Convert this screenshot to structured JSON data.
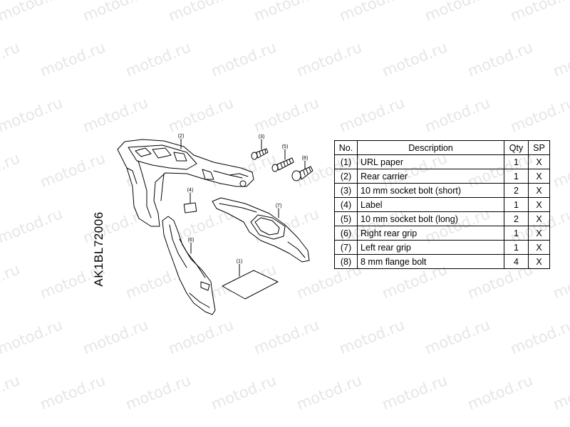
{
  "watermark_text": "motod.ru",
  "part_code": "AK1BL72006",
  "callouts": {
    "c1": "(1)",
    "c2": "(2)",
    "c3": "(3)",
    "c4": "(4)",
    "c5": "(5)",
    "c6": "(6)",
    "c7": "(7)",
    "c8": "(8)"
  },
  "table": {
    "headers": {
      "no": "No.",
      "description": "Description",
      "qty": "Qty",
      "sp": "SP"
    },
    "rows": [
      {
        "no": "(1)",
        "description": "URL paper",
        "qty": "1",
        "sp": "X"
      },
      {
        "no": "(2)",
        "description": "Rear carrier",
        "qty": "1",
        "sp": "X"
      },
      {
        "no": "(3)",
        "description": "10 mm socket bolt (short)",
        "qty": "2",
        "sp": "X"
      },
      {
        "no": "(4)",
        "description": "Label",
        "qty": "1",
        "sp": "X"
      },
      {
        "no": "(5)",
        "description": "10 mm socket bolt (long)",
        "qty": "2",
        "sp": "X"
      },
      {
        "no": "(6)",
        "description": "Right rear grip",
        "qty": "1",
        "sp": "X"
      },
      {
        "no": "(7)",
        "description": "Left rear grip",
        "qty": "1",
        "sp": "X"
      },
      {
        "no": "(8)",
        "description": "8 mm flange bolt",
        "qty": "4",
        "sp": "X"
      }
    ]
  }
}
